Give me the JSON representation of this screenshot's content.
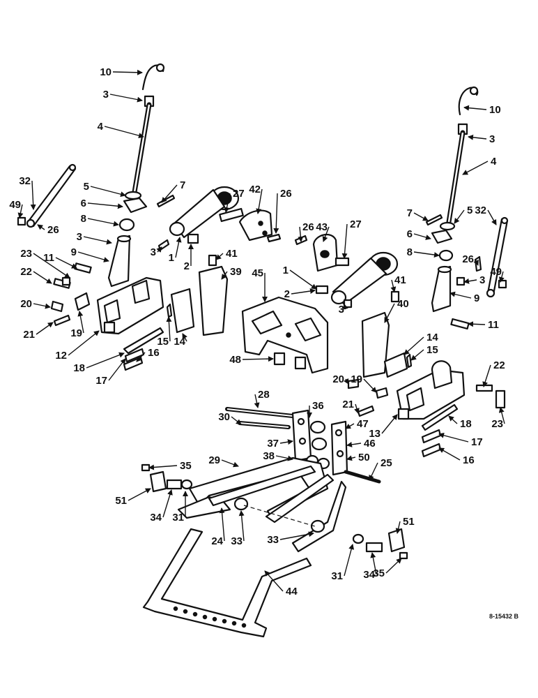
{
  "diagram": {
    "reference_code": "8-15432 B",
    "callouts": [
      {
        "id": "c10a",
        "label": "10"
      },
      {
        "id": "c3a",
        "label": "3"
      },
      {
        "id": "c4a",
        "label": "4"
      },
      {
        "id": "c5a",
        "label": "5"
      },
      {
        "id": "c6a",
        "label": "6"
      },
      {
        "id": "c8a",
        "label": "8"
      },
      {
        "id": "c3b",
        "label": "3"
      },
      {
        "id": "c9a",
        "label": "9"
      },
      {
        "id": "c32a",
        "label": "32"
      },
      {
        "id": "c49a",
        "label": "49"
      },
      {
        "id": "c26a",
        "label": "26"
      },
      {
        "id": "c23a",
        "label": "23"
      },
      {
        "id": "c11a",
        "label": "11"
      },
      {
        "id": "c22a",
        "label": "22"
      },
      {
        "id": "c20a",
        "label": "20"
      },
      {
        "id": "c21a",
        "label": "21"
      },
      {
        "id": "c19a",
        "label": "19"
      },
      {
        "id": "c12",
        "label": "12"
      },
      {
        "id": "c18a",
        "label": "18"
      },
      {
        "id": "c17a",
        "label": "17"
      },
      {
        "id": "c16a",
        "label": "16"
      },
      {
        "id": "c15a",
        "label": "15"
      },
      {
        "id": "c14a",
        "label": "14"
      },
      {
        "id": "c7a",
        "label": "7"
      },
      {
        "id": "c27a",
        "label": "27"
      },
      {
        "id": "c42",
        "label": "42"
      },
      {
        "id": "c26b",
        "label": "26"
      },
      {
        "id": "c3c",
        "label": "3"
      },
      {
        "id": "c1a",
        "label": "1"
      },
      {
        "id": "c2a",
        "label": "2"
      },
      {
        "id": "c41a",
        "label": "41"
      },
      {
        "id": "c39",
        "label": "39"
      },
      {
        "id": "c45",
        "label": "45"
      },
      {
        "id": "c48",
        "label": "48"
      },
      {
        "id": "c26c",
        "label": "26"
      },
      {
        "id": "c43",
        "label": "43"
      },
      {
        "id": "c27b",
        "label": "27"
      },
      {
        "id": "c1b",
        "label": "1"
      },
      {
        "id": "c2b",
        "label": "2"
      },
      {
        "id": "c3d",
        "label": "3"
      },
      {
        "id": "c41b",
        "label": "41"
      },
      {
        "id": "c40",
        "label": "40"
      },
      {
        "id": "c10b",
        "label": "10"
      },
      {
        "id": "c3e",
        "label": "3"
      },
      {
        "id": "c4b",
        "label": "4"
      },
      {
        "id": "c7b",
        "label": "7"
      },
      {
        "id": "c5b",
        "label": "5"
      },
      {
        "id": "c32b",
        "label": "32"
      },
      {
        "id": "c6b",
        "label": "6"
      },
      {
        "id": "c8b",
        "label": "8"
      },
      {
        "id": "c26d",
        "label": "26"
      },
      {
        "id": "c3f",
        "label": "3"
      },
      {
        "id": "c49b",
        "label": "49"
      },
      {
        "id": "c9b",
        "label": "9"
      },
      {
        "id": "c11b",
        "label": "11"
      },
      {
        "id": "c14b",
        "label": "14"
      },
      {
        "id": "c15b",
        "label": "15"
      },
      {
        "id": "c22b",
        "label": "22"
      },
      {
        "id": "c20b",
        "label": "20"
      },
      {
        "id": "c19b",
        "label": "19"
      },
      {
        "id": "c21b",
        "label": "21"
      },
      {
        "id": "c13",
        "label": "13"
      },
      {
        "id": "c18b",
        "label": "18"
      },
      {
        "id": "c23b",
        "label": "23"
      },
      {
        "id": "c17b",
        "label": "17"
      },
      {
        "id": "c16b",
        "label": "16"
      },
      {
        "id": "c28",
        "label": "28"
      },
      {
        "id": "c36",
        "label": "36"
      },
      {
        "id": "c30",
        "label": "30"
      },
      {
        "id": "c47",
        "label": "47"
      },
      {
        "id": "c37",
        "label": "37"
      },
      {
        "id": "c46",
        "label": "46"
      },
      {
        "id": "c38",
        "label": "38"
      },
      {
        "id": "c50",
        "label": "50"
      },
      {
        "id": "c29",
        "label": "29"
      },
      {
        "id": "c25",
        "label": "25"
      },
      {
        "id": "c35a",
        "label": "35"
      },
      {
        "id": "c51a",
        "label": "51"
      },
      {
        "id": "c34a",
        "label": "34"
      },
      {
        "id": "c31a",
        "label": "31"
      },
      {
        "id": "c24",
        "label": "24"
      },
      {
        "id": "c33a",
        "label": "33"
      },
      {
        "id": "c33b",
        "label": "33"
      },
      {
        "id": "c51b",
        "label": "51"
      },
      {
        "id": "c31b",
        "label": "31"
      },
      {
        "id": "c34b",
        "label": "34"
      },
      {
        "id": "c35b",
        "label": "35"
      },
      {
        "id": "c44",
        "label": "44"
      }
    ]
  }
}
